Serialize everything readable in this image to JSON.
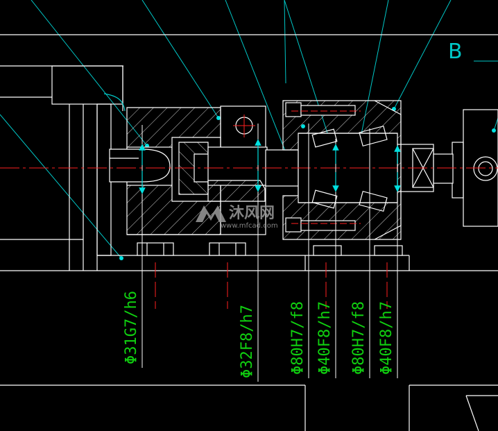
{
  "drawing": {
    "view_label": "B",
    "fits": [
      "Φ31G7/h6",
      "Φ32F8/h7",
      "Φ80H7/f8",
      "Φ40F8/h7",
      "Φ80H7/f8",
      "Φ40F8/h7"
    ]
  },
  "watermark": {
    "brand": "沐风网",
    "url": "www.mfcad.com"
  },
  "colors": {
    "background": "#000000",
    "outline": "#ffffff",
    "leader": "#00c8c8",
    "center_line": "#ff2020",
    "hidden_line": "#ff2020",
    "dimension_text": "#10d010",
    "arrow": "#00e0e0",
    "hatch": "#d0d0d0"
  }
}
